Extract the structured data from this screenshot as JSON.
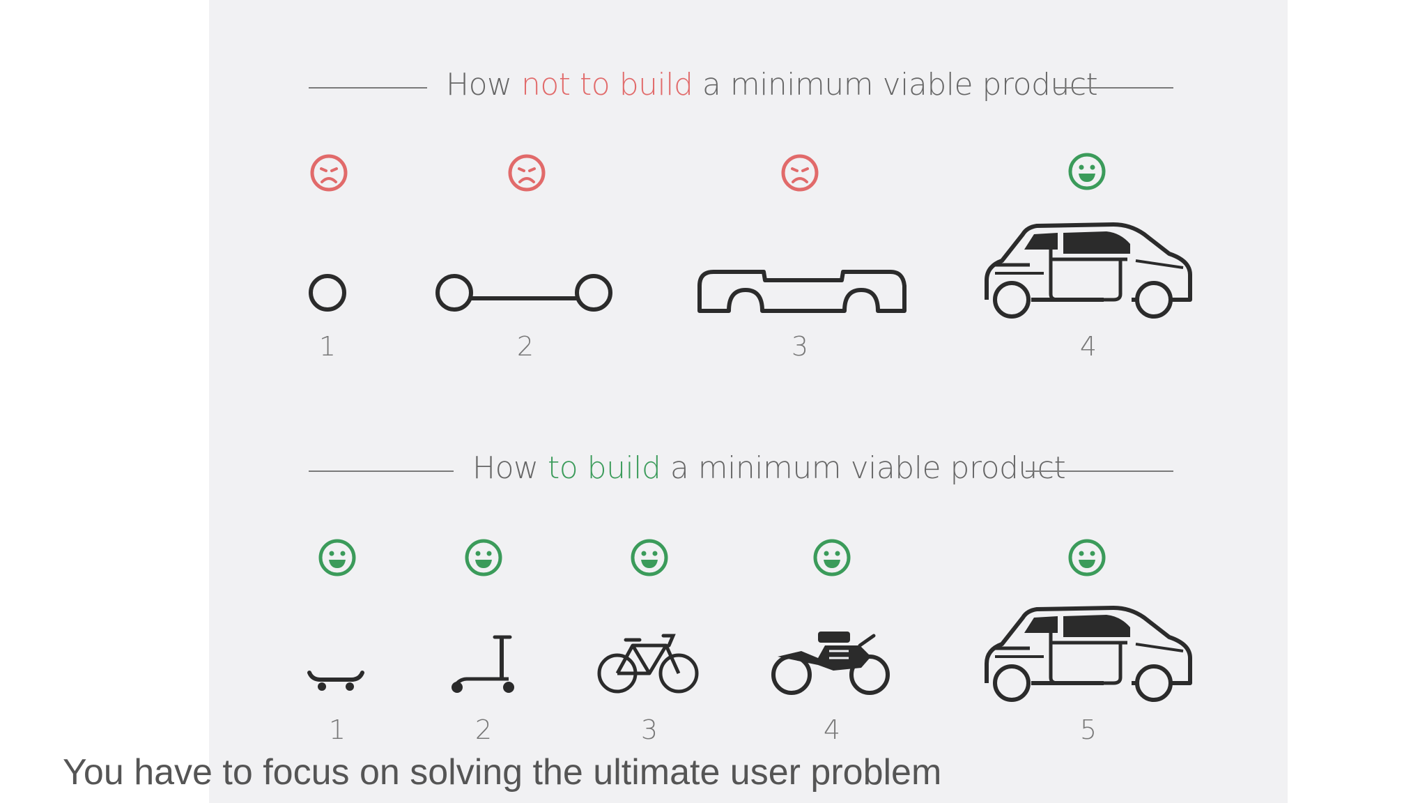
{
  "top": {
    "heading_pre": "How ",
    "heading_accent": "not to build",
    "heading_post": " a minimum viable product",
    "accent_color": "#e16a6a",
    "steps": [
      {
        "label": "1",
        "face": "sad-face",
        "icon": "wheel-icon"
      },
      {
        "label": "2",
        "face": "sad-face",
        "icon": "axle-wheels-icon"
      },
      {
        "label": "3",
        "face": "sad-face",
        "icon": "car-chassis-icon"
      },
      {
        "label": "4",
        "face": "happy-face",
        "icon": "car-icon"
      }
    ]
  },
  "bottom": {
    "heading_pre": "How ",
    "heading_accent": "to build",
    "heading_post": " a minimum viable product",
    "accent_color": "#3b9b5a",
    "steps": [
      {
        "label": "1",
        "face": "happy-face",
        "icon": "skateboard-icon"
      },
      {
        "label": "2",
        "face": "happy-face",
        "icon": "scooter-icon"
      },
      {
        "label": "3",
        "face": "happy-face",
        "icon": "bicycle-icon"
      },
      {
        "label": "4",
        "face": "happy-face",
        "icon": "motorcycle-icon"
      },
      {
        "label": "5",
        "face": "happy-face",
        "icon": "car-icon"
      }
    ]
  },
  "colors": {
    "sad": "#e16a6a",
    "happy": "#3b9b5a",
    "ink": "#2b2b2b"
  },
  "caption": "You have to focus on solving the ultimate user problem"
}
